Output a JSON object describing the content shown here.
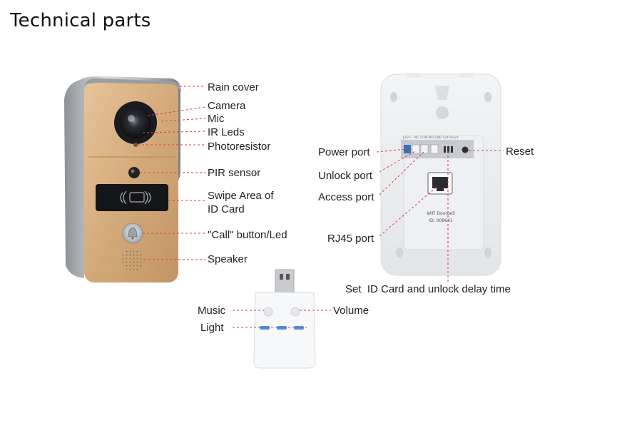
{
  "title": "Technical parts",
  "doorbell": {
    "callouts": {
      "rain_cover": "Rain cover",
      "camera": "Camera",
      "mic": "Mic",
      "ir_leds": "IR Leds",
      "photoresistor": "Photoresistor",
      "pir_sensor": "PIR sensor",
      "swipe_area": "Swipe Area of ID Card",
      "call_button": "\"Call\" button/Led",
      "speaker": "Speaker"
    }
  },
  "back_panel": {
    "callouts": {
      "power_port": "Power port",
      "unlock_port": "Unlock port",
      "access_port": "Access port",
      "rj45_port": "RJ45 port",
      "reset": "Reset",
      "set_id_card": "Set  ID Card and unlock delay time"
    },
    "sticker_line1": "WiFi Doorbell",
    "sticker_line2": "ID: 008641",
    "pcb_text": "12V+ -  NC COM  NO  GND  Set      Reset"
  },
  "chime": {
    "callouts": {
      "music": "Music",
      "volume": "Volume",
      "light": "Light"
    }
  },
  "colors": {
    "leader_line": "#e23b3b",
    "faceplate_gold": "#d8b083",
    "housing_silver": "#b9bcc0",
    "chime_led_blue": "#4a90e2"
  }
}
